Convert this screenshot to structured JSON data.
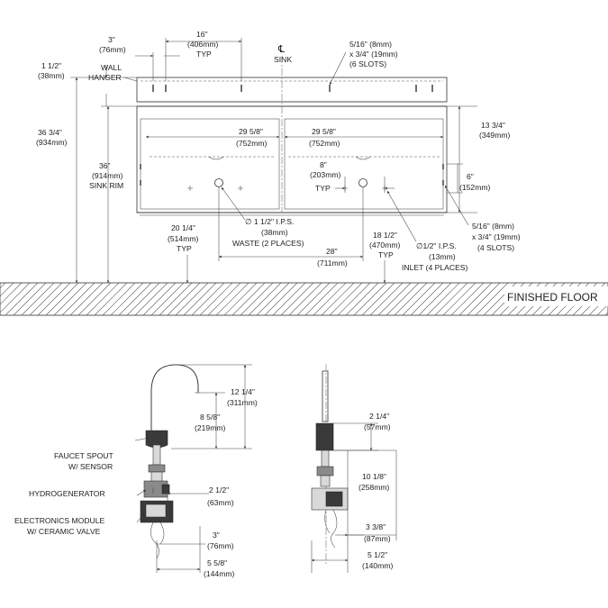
{
  "front_view": {
    "dim_3": {
      "in": "3\"",
      "mm": "(76mm)"
    },
    "dim_16": {
      "in": "16\"",
      "mm": "(406mm)",
      "note": "TYP"
    },
    "centerline": {
      "symbol": "℄",
      "label": "SINK"
    },
    "slot_top": {
      "in": "5/16\" (8mm)",
      "size": "x 3/4\" (19mm)",
      "count": "(6 SLOTS)"
    },
    "dim_1_5": {
      "in": "1 1/2\"",
      "mm": "(38mm)"
    },
    "wall_hanger": {
      "line1": "WALL",
      "line2": "HANGER"
    },
    "dim_36_75": {
      "in": "36 3/4\"",
      "mm": "(934mm)"
    },
    "dim_36": {
      "in": "36\"",
      "mm": "(914mm)",
      "note": "SINK RIM"
    },
    "dim_29_left": {
      "in": "29 5/8\"",
      "mm": "(752mm)"
    },
    "dim_29_right": {
      "in": "29 5/8\"",
      "mm": "(752mm)"
    },
    "dim_13_75": {
      "in": "13 3/4\"",
      "mm": "(349mm)"
    },
    "dim_8": {
      "in": "8\"",
      "mm": "(203mm)",
      "note": "TYP"
    },
    "dim_6": {
      "in": "6\"",
      "mm": "(152mm)"
    },
    "dim_20_25": {
      "in": "20 1/4\"",
      "mm": "(514mm)",
      "note": "TYP"
    },
    "waste": {
      "line1": "∅ 1 1/2\" I.P.S.",
      "line2": "(38mm)",
      "line3": "WASTE (2 PLACES)"
    },
    "dim_28": {
      "in": "28\"",
      "mm": "(711mm)"
    },
    "dim_18_5": {
      "in": "18 1/2\"",
      "mm": "(470mm)",
      "note": "TYP"
    },
    "inlet": {
      "line1": "∅1/2\" I.P.S.",
      "line2": "(13mm)",
      "line3": "INLET (4 PLACES)"
    },
    "slot_side": {
      "in": "5/16\" (8mm)",
      "size": "x 3/4\" (19mm)",
      "count": "(4 SLOTS)"
    },
    "floor_label": "FINISHED FLOOR"
  },
  "faucet_front": {
    "dim_12_25": {
      "in": "12 1/4\"",
      "mm": "(311mm)"
    },
    "dim_8_625": {
      "in": "8 5/8\"",
      "mm": "(219mm)"
    },
    "spout": {
      "line1": "FAUCET SPOUT",
      "line2": "W/  SENSOR"
    },
    "hydrogenerator": "HYDROGENERATOR",
    "dim_2_5": {
      "in": "2 1/2\"",
      "mm": "(63mm)"
    },
    "electronics": {
      "line1": "ELECTRONICS MODULE",
      "line2": "W/ CERAMIC VALVE"
    },
    "dim_3": {
      "in": "3\"",
      "mm": "(76mm)"
    },
    "dim_5_625": {
      "in": "5 5/8\"",
      "mm": "(144mm)"
    }
  },
  "faucet_side": {
    "dim_2_25": {
      "in": "2 1/4\"",
      "mm": "(57mm)"
    },
    "dim_10_125": {
      "in": "10 1/8\"",
      "mm": "(258mm)"
    },
    "dim_3_375": {
      "in": "3 3/8\"",
      "mm": "(87mm)"
    },
    "dim_5_5": {
      "in": "5 1/2\"",
      "mm": "(140mm)"
    }
  }
}
